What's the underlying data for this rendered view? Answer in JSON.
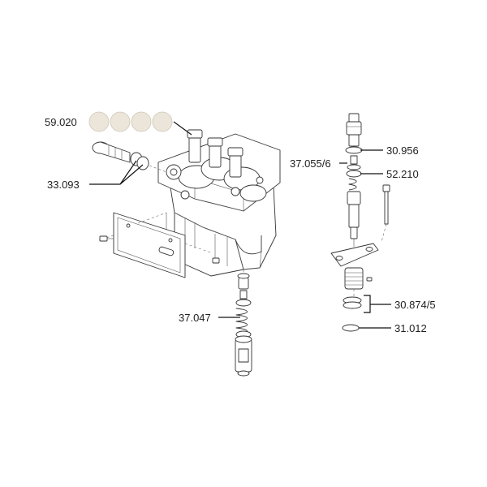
{
  "labels": {
    "seal_kit": "59.020",
    "banjo_bolt": "33.093",
    "valve_holder_seal": "30.956",
    "delivery_valve": "37.055/6",
    "valve_spring_seat": "52.210",
    "plunger_element": "37.047",
    "element_seal_kit": "30.874/5",
    "o_ring": "31.012"
  },
  "colors": {
    "seal_fill": "#ece6da",
    "line": "#333333",
    "text": "#222222"
  }
}
